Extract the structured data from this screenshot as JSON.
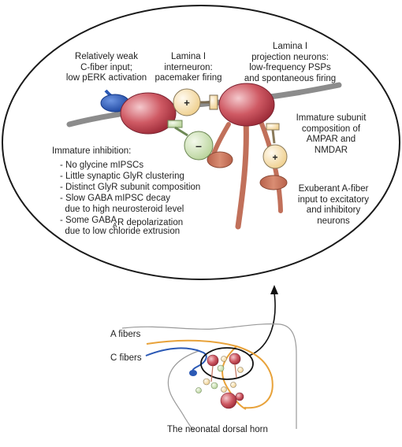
{
  "labels": {
    "cfiber_input": [
      "Relatively weak",
      "C-fiber input;",
      "low pERK activation"
    ],
    "interneuron": [
      "Lamina I",
      "interneuron:",
      "pacemaker firing"
    ],
    "projection": [
      "Lamina I",
      "projection neurons:",
      "low-frequency PSPs",
      "and spontaneous firing"
    ],
    "ampar": [
      "Immature subunit",
      "composition of",
      "AMPAR and NMDAR"
    ],
    "inhibition_title": "Immature inhibition:",
    "inhibition_items": [
      "- No glycine mIPSCs",
      "- Little synaptic GlyR clustering",
      "- Distinct GlyR subunit composition",
      "- Slow GABA mIPSC decay",
      "  due to high neurosteroid level",
      "- Some GABA",
      "  due to low chloride extrusion"
    ],
    "gaba_sub_a": "A",
    "gaba_sub_r": "R depolarization",
    "afiber_input": [
      "Exuberant A-fiber",
      "input to excitatory",
      "and inhibitory",
      "neurons"
    ],
    "a_fibers": "A fibers",
    "c_fibers": "C fibers",
    "dorsal_horn": "The neonatal dorsal horn",
    "plus_sign": "+",
    "minus_sign": "–"
  },
  "colors": {
    "c_fiber": "#2b59b5",
    "a_fiber": "#e8a23a",
    "excitatory_neuron": "#c94a55",
    "inhibitory_neuron": "#cfe0b8",
    "interneuron_plus": "#f3d9a5",
    "dendrite": "#c77458",
    "axon_gray": "#8a8a8a"
  }
}
